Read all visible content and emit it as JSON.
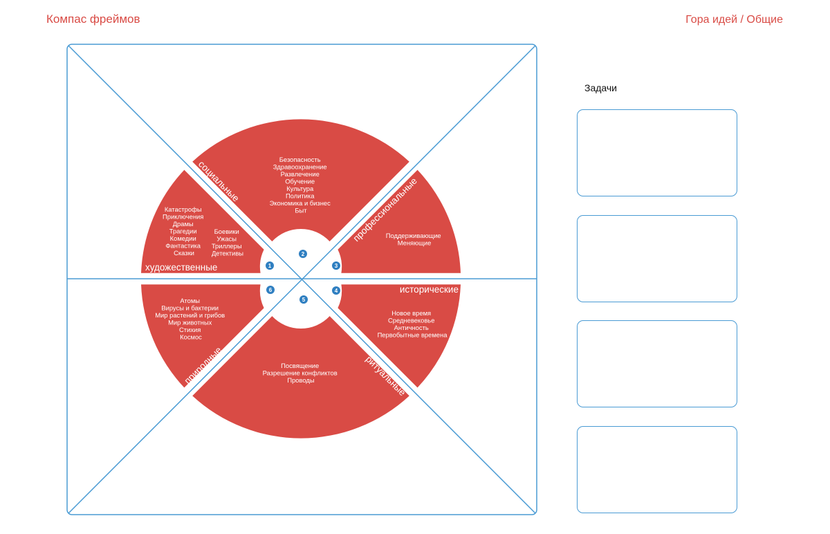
{
  "header": {
    "title": "Компас фреймов",
    "breadcrumb": "Гора идей / Общие"
  },
  "colors": {
    "accent": "#d94b45",
    "frame": "#4a9bd4",
    "badge": "#2f7fc1"
  },
  "compass": {
    "sectors": [
      {
        "number": "1",
        "category": "художественные",
        "items_col1": [
          "Катастрофы",
          "Приключения",
          "Драмы",
          "Трагедии",
          "Комедии",
          "Фантастика",
          "Сказки"
        ],
        "items_col2": [
          "Боевики",
          "Ужасы",
          "Триллеры",
          "Детективы"
        ]
      },
      {
        "number": "2",
        "category": "социальные",
        "items": [
          "Безопасность",
          "Здравоохранение",
          "Развлечение",
          "Обучение",
          "Культура",
          "Политика",
          "Экономика и бизнес",
          "Быт"
        ]
      },
      {
        "number": "3",
        "category": "профессиональные",
        "items": [
          "Поддерживающие",
          "Меняющие"
        ]
      },
      {
        "number": "4",
        "category": "исторические",
        "items": [
          "Новое время",
          "Средневековье",
          "Античность",
          "Первобытные времена"
        ]
      },
      {
        "number": "5",
        "category": "ритуальные",
        "items": [
          "Посвящение",
          "Разрешение конфликтов",
          "Проводы"
        ]
      },
      {
        "number": "6",
        "category": "природные",
        "items": [
          "Атомы",
          "Вирусы и бактерии",
          "Мир растений и грибов",
          "Мир животных",
          "Стихия",
          "Космос"
        ]
      }
    ]
  },
  "tasks": {
    "title": "Задачи",
    "cards": [
      "",
      "",
      "",
      ""
    ]
  }
}
